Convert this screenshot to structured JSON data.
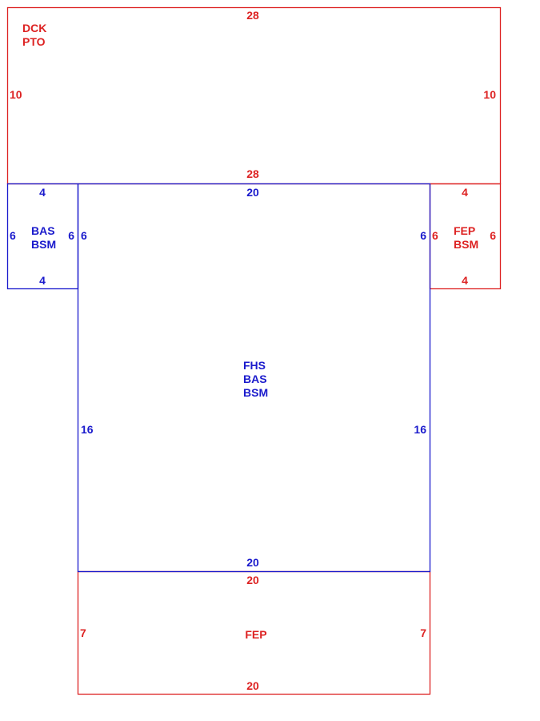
{
  "colors": {
    "red": "#dd2222",
    "blue": "#1a1acc"
  },
  "deck": {
    "label_line1": "DCK",
    "label_line2": "PTO",
    "top": "28",
    "bottom": "28",
    "left": "10",
    "right": "10"
  },
  "left_room": {
    "label_line1": "BAS",
    "label_line2": "BSM",
    "top": "4",
    "bottom": "4",
    "left": "6",
    "right": "6"
  },
  "right_room": {
    "label_line1": "FEP",
    "label_line2": "BSM",
    "top": "4",
    "bottom": "4",
    "left": "6",
    "right": "6"
  },
  "main": {
    "label_line1": "FHS",
    "label_line2": "BAS",
    "label_line3": "BSM",
    "top": "20",
    "bottom": "20",
    "left_upper": "6",
    "right_upper": "6",
    "left": "16",
    "right": "16"
  },
  "porch": {
    "label": "FEP",
    "top": "20",
    "bottom": "20",
    "left": "7",
    "right": "7"
  }
}
